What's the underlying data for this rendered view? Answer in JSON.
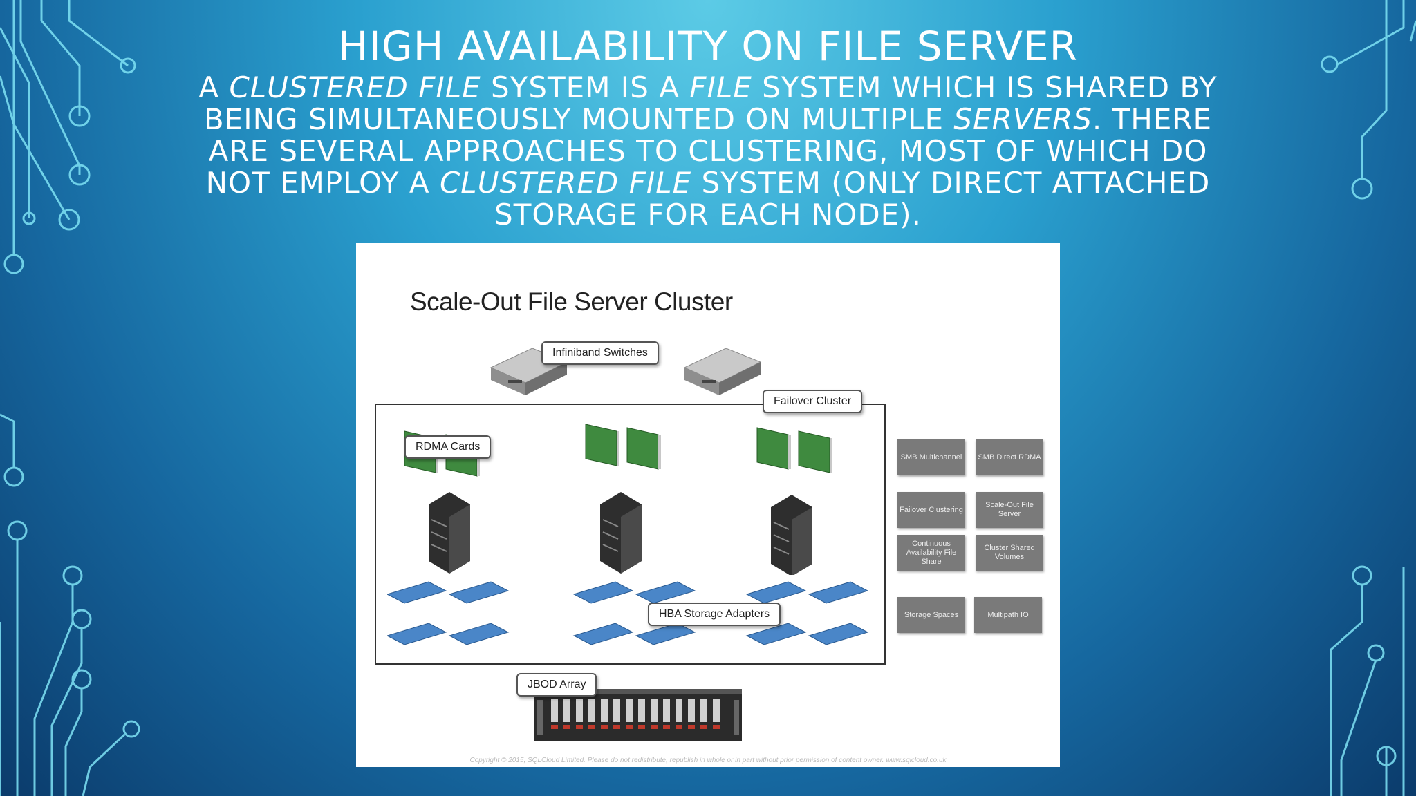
{
  "slide": {
    "title": "HIGH AVAILABILITY ON FILE SERVER",
    "body": {
      "p1": "A ",
      "i1": "CLUSTERED FILE",
      "p2": " SYSTEM IS A ",
      "i2": "FILE",
      "p3": " SYSTEM WHICH IS SHARED BY BEING SIMULTANEOUSLY MOUNTED ON MULTIPLE ",
      "i3": "SERVERS",
      "p4": ". THERE ARE SEVERAL APPROACHES TO CLUSTERING, MOST OF WHICH DO NOT EMPLOY A ",
      "i4": "CLUSTERED FILE",
      "p5": " SYSTEM (ONLY DIRECT ATTACHED STORAGE FOR EACH NODE)."
    }
  },
  "diagram": {
    "title": "Scale-Out File Server Cluster",
    "labels": {
      "infiniband": "Infiniband Switches",
      "failover": "Failover Cluster",
      "rdma": "RDMA Cards",
      "hba": "HBA Storage Adapters",
      "jbod": "JBOD Array"
    },
    "features": [
      "SMB Multichannel",
      "SMB Direct RDMA",
      "Failover Clustering",
      "Scale-Out File Server",
      "Continuous Availability File Share",
      "Cluster Shared Volumes",
      "Storage Spaces",
      "Multipath IO"
    ],
    "copyright": "Copyright © 2015, SQLCloud Limited. Please do not redistribute, republish in whole or in part without prior permission of content owner. www.sqlcloud.co.uk"
  },
  "colors": {
    "feature_box": "#7a7a7a",
    "rdma_card": "#3f8a3f",
    "hba_card": "#4a86c8"
  }
}
